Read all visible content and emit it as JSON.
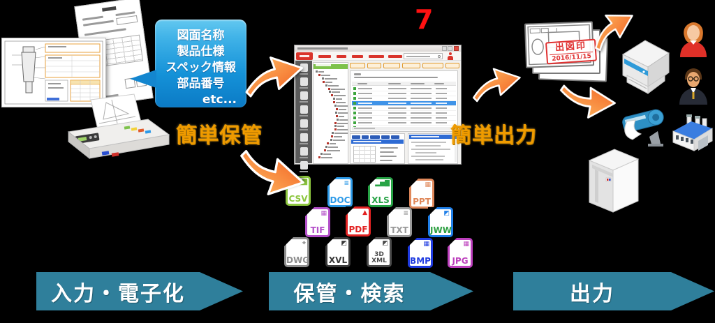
{
  "colors": {
    "banner": "#2f7f9b",
    "easy_label": "#ef9b00",
    "step7": "#ff1111",
    "stamp": "#e03131",
    "bubble_top": "#41b3e8",
    "bubble_bottom": "#0b7ac5",
    "arrow_start": "#ffc166",
    "arrow_end": "#f1591d",
    "select_blue": "#3f93e8",
    "tree_green": "#7dc24b",
    "tab_orange": "#f0a93c"
  },
  "scene": {
    "step7": "7",
    "easy_store_label": "簡単保管",
    "easy_output_label": "簡単出力"
  },
  "bubble": {
    "lines": [
      "図面名称",
      "製品仕様",
      "スペック情報",
      "部品番号",
      "etc..."
    ]
  },
  "stamp": {
    "title": "出図印",
    "date": "2016/11/15"
  },
  "banners": [
    {
      "label": "入力・電子化"
    },
    {
      "label": "保管・検索"
    },
    {
      "label": "出力"
    }
  ],
  "files": {
    "glyph_map": {
      "chart": "▂▅▇",
      "lines": "≡",
      "image": "▦",
      "pdf": "▲",
      "shapes": "◩",
      "cad": "⌖"
    },
    "items": [
      {
        "label": "CSV",
        "color": "#8cc63e",
        "glyph": "chart"
      },
      {
        "label": "DOC",
        "color": "#2d9ae8",
        "glyph": "lines"
      },
      {
        "label": "XLS",
        "color": "#27a345",
        "glyph": "chart"
      },
      {
        "label": "PPT",
        "color": "#e0885a",
        "glyph": "image"
      },
      {
        "label": "TIF",
        "color": "#b34fc9",
        "glyph": "image"
      },
      {
        "label": "PDF",
        "color": "#e32222",
        "glyph": "pdf"
      },
      {
        "label": "TXT",
        "color": "#9a9a9a",
        "glyph": "lines"
      },
      {
        "label": "JWW",
        "color": "#1f7fe8",
        "text_color": "#2ea043",
        "glyph": "shapes"
      },
      {
        "label": "DWG",
        "color": "#8f8f8f",
        "glyph": "cad"
      },
      {
        "label": "XVL",
        "color": "#3a3a3a",
        "glyph": "shapes"
      },
      {
        "label": "3D\nXML",
        "color": "#4a4a4a",
        "glyph": "shapes",
        "small": true
      },
      {
        "label": "BMP",
        "color": "#1f3be0",
        "glyph": "image"
      },
      {
        "label": "JPG",
        "color": "#bd3fbd",
        "glyph": "image"
      }
    ]
  },
  "app": {
    "sidebar_icon_names": [
      "document",
      "folder",
      "print",
      "cloud",
      "file",
      "copy",
      "disc",
      "download"
    ],
    "menu_item_count": 5,
    "tab_count": 6,
    "tree": {
      "item_count": 26
    },
    "table": {
      "row_count": 9,
      "selected_index": 3
    }
  }
}
